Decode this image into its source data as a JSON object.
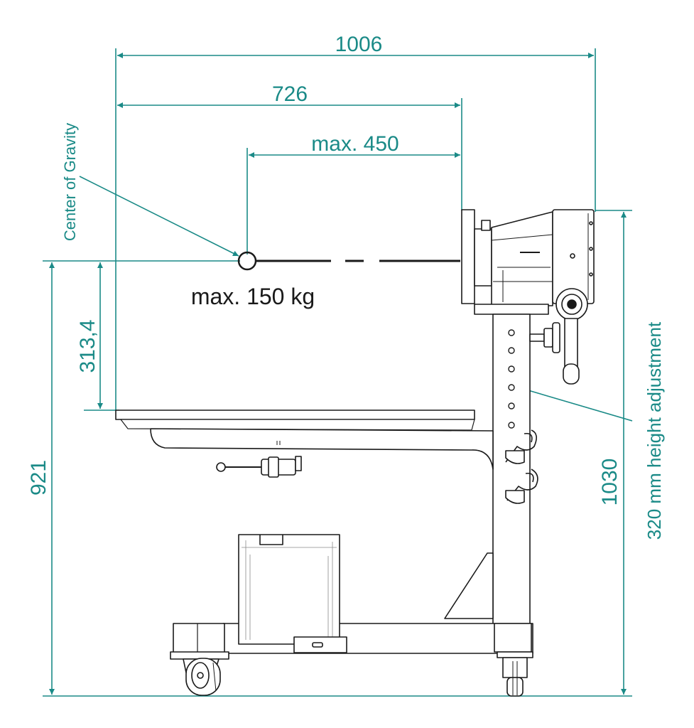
{
  "colors": {
    "dimension": "#1a8a87",
    "outline": "#1a1a1a",
    "fill": "#ffffff",
    "hatch": "#8a8a8a"
  },
  "dimensions": {
    "overall_width": "1006",
    "to_mount_face": "726",
    "load_offset": "max. 450",
    "cog_height": "313,4",
    "table_height": "921",
    "overall_height": "1030"
  },
  "annotations": {
    "center_of_gravity": "Center of Gravity",
    "max_load": "max. 150 kg",
    "height_adjustment": "320 mm height adjustment"
  },
  "icons": [
    "wheel-icon",
    "handle-icon",
    "pin-icon"
  ]
}
